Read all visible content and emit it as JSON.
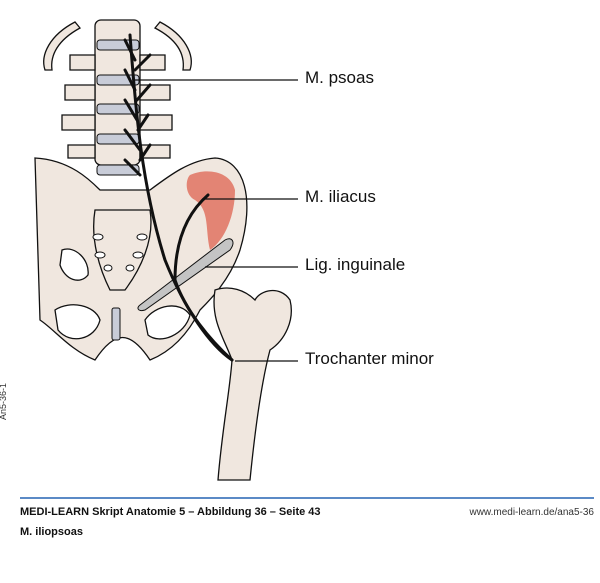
{
  "figure": {
    "labels": [
      "M. psoas",
      "M. iliacus",
      "Lig. inguinale",
      "Trochanter minor"
    ],
    "side_code": "An5-36-1"
  },
  "footer": {
    "title": "MEDI-LEARN Skript Anatomie 5 – Abbildung 36 – Seite 43",
    "subtitle": "M. iliopsoas",
    "url": "www.medi-learn.de/ana5-36"
  },
  "colors": {
    "bone": "#f0e7df",
    "disc": "#c8ccd8",
    "muscle": "#e38474",
    "ligament": "#c4c4c4",
    "rule": "#5b8ac6"
  }
}
